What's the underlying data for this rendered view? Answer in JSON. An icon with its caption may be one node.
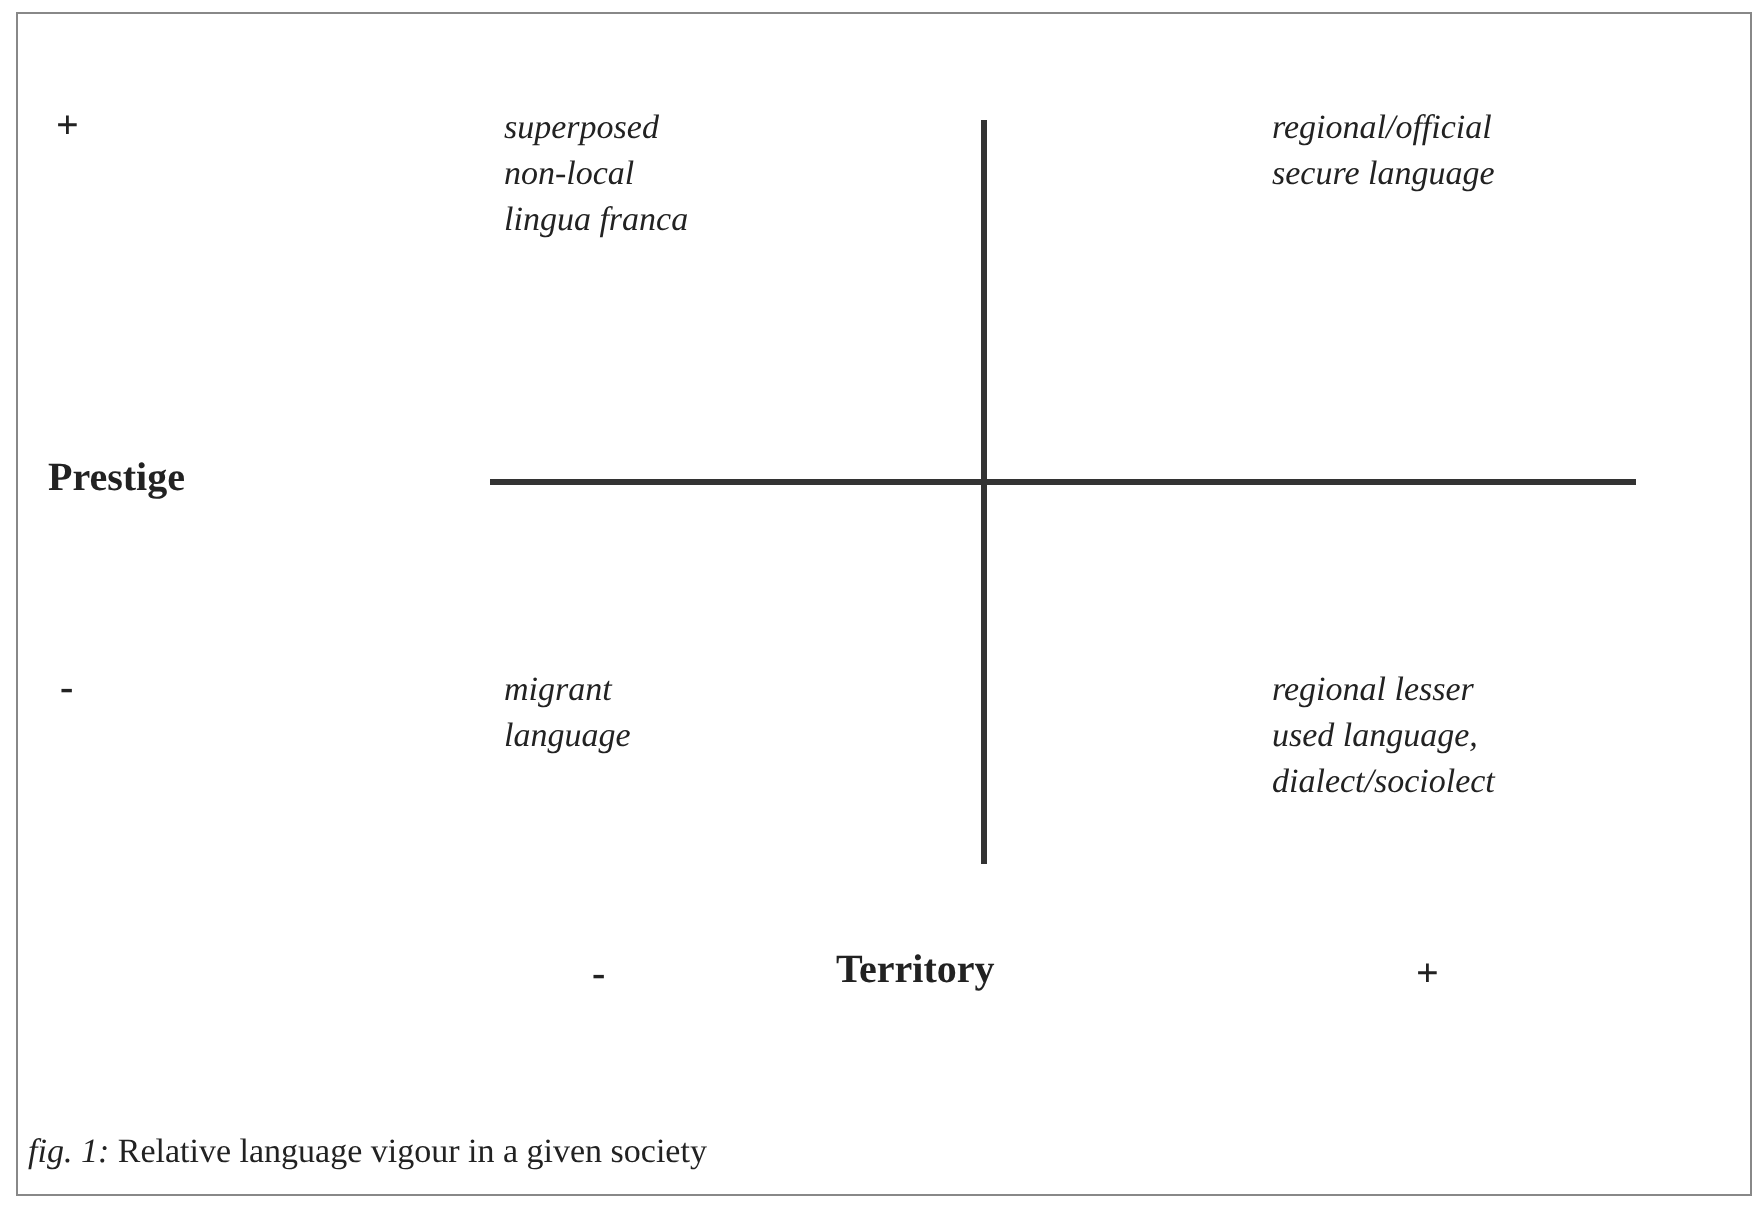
{
  "diagram": {
    "caption": "*fig. 1:* Relative language vigour in a given society",
    "labels": [
      "+",
      "superposed non-local lingua franca",
      "regional/official secure language",
      "Prestige",
      "-",
      "migrant language",
      "regional lesser used language, dialect/sociolect",
      "-",
      "Territory",
      "+"
    ]
  }
}
